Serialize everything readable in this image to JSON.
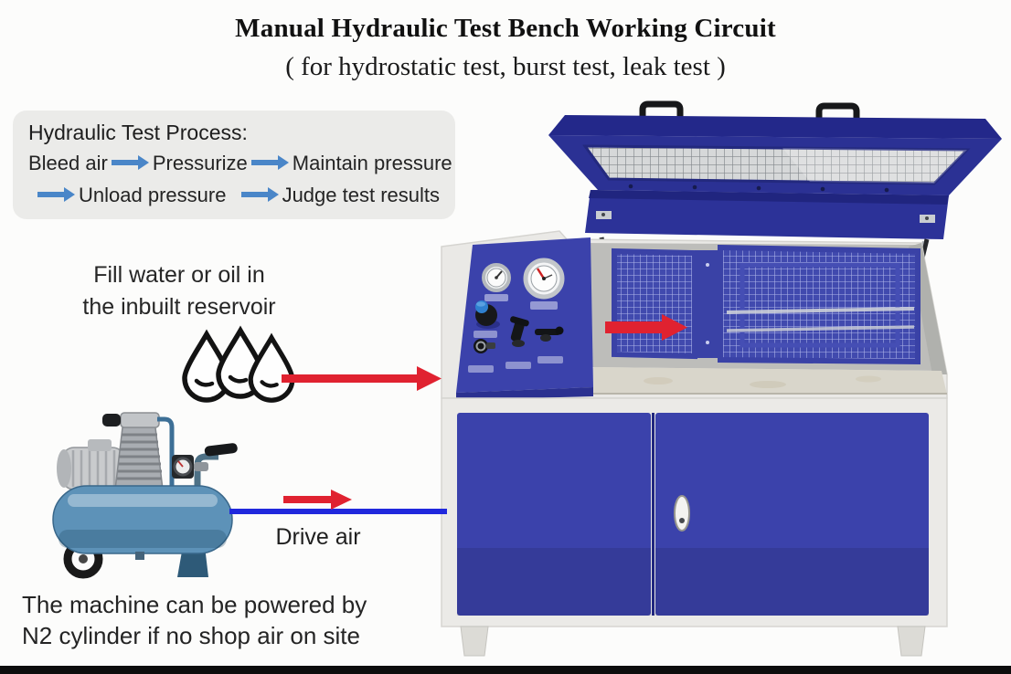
{
  "header": {
    "title": "Manual Hydraulic Test Bench Working Circuit",
    "subtitle": "( for hydrostatic test, burst test, leak test )"
  },
  "process_box": {
    "heading": "Hydraulic Test Process:",
    "steps": [
      "Bleed air",
      "Pressurize",
      "Maintain pressure",
      "Unload pressure",
      "Judge test results"
    ]
  },
  "annotations": {
    "fill_line1": "Fill water or oil in",
    "fill_line2": "the inbuilt reservoir",
    "drive_air": "Drive air",
    "power_note_line1": "The machine can be powered by",
    "power_note_line2": "N2 cylinder if no shop air on site"
  },
  "icons": {
    "flow_arrow": "blue-right-arrow",
    "fill_arrow": "red-right-arrow",
    "drive_air_arrow": "red-right-arrow",
    "chamber_arrow": "red-right-arrow",
    "water_drops": "three-outlined-water-drops",
    "compressor": "air-compressor-with-tank-and-wheel",
    "machine": "hydraulic-test-bench-with-open-mesh-lid"
  },
  "colors": {
    "page_bg": "#fcfcfb",
    "text_dark": "#222222",
    "process_box_bg": "#ebebe9",
    "flow_blue": "#4a86c8",
    "accent_red": "#e02230",
    "air_line_blue": "#2028dd",
    "machine_blue": "#3b42ab",
    "lid_navy": "#2b3194",
    "tank_blue": "#5d92b8",
    "frame_white": "#eae9e6",
    "bottom_bar": "#0d0d0d"
  }
}
